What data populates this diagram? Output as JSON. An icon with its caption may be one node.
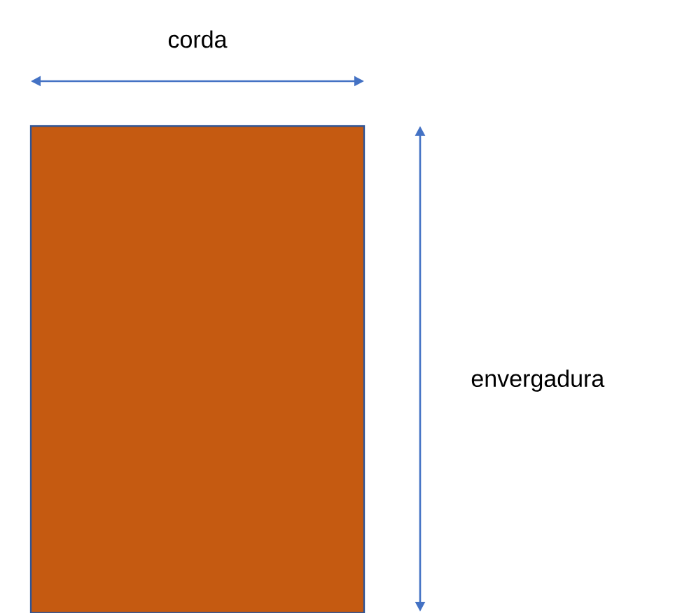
{
  "diagram": {
    "nodes": [
      {
        "text": [],
        "shape": "box"
      }
    ],
    "labels": [
      "corda",
      "envergadura"
    ]
  }
}
